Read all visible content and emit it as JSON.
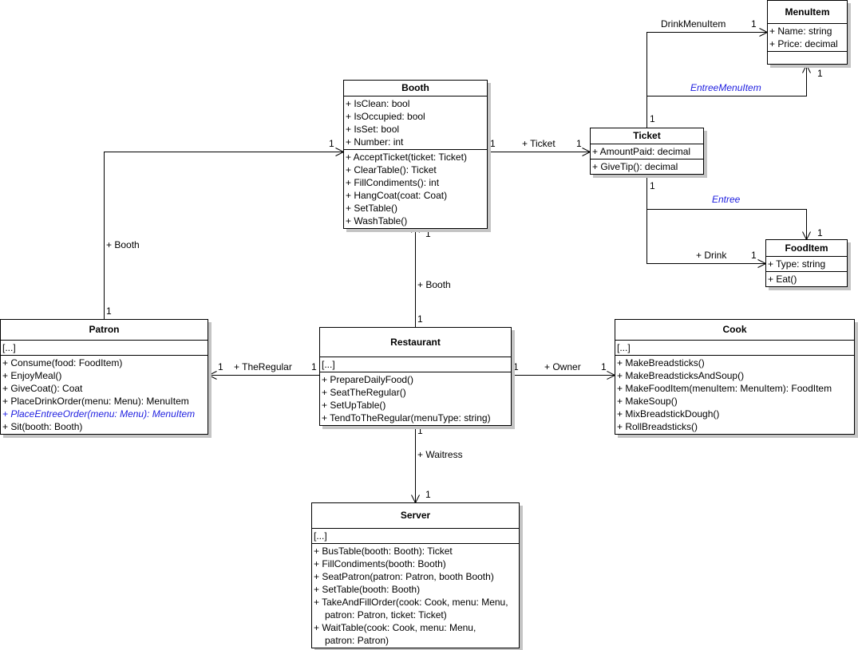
{
  "colors": {
    "abstract": "#2020e0",
    "line": "#000000",
    "shadow": "#c4c4c4"
  },
  "classes": {
    "booth": {
      "name": "Booth",
      "attributes": [
        "+ IsClean: bool",
        "+ IsOccupied: bool",
        "+ IsSet: bool",
        "+ Number: int"
      ],
      "operations": [
        "+ AcceptTicket(ticket: Ticket)",
        "+ ClearTable(): Ticket",
        "+ FillCondiments(): int",
        "+ HangCoat(coat: Coat)",
        "+ SetTable()",
        "+ WashTable()"
      ]
    },
    "ticket": {
      "name": "Ticket",
      "attributes": [
        "+ AmountPaid: decimal"
      ],
      "operations": [
        "+ GiveTip(): decimal"
      ]
    },
    "menuitem": {
      "name": "MenuItem",
      "attributes": [
        "+ Name: string",
        "+ Price: decimal"
      ],
      "operations": []
    },
    "fooditem": {
      "name": "FoodItem",
      "attributes": [
        "+ Type: string"
      ],
      "operations": [
        "+ Eat()"
      ]
    },
    "patron": {
      "name": "Patron",
      "attributes": [
        "[...]"
      ],
      "operations": [
        "+ Consume(food: FoodItem)",
        "+ EnjoyMeal()",
        "+ GiveCoat(): Coat",
        "+ PlaceDrinkOrder(menu: Menu): MenuItem",
        "+ PlaceEntreeOrder(menu: Menu): MenuItem",
        "+ Sit(booth: Booth)"
      ],
      "abstract_operation": "+ PlaceEntreeOrder(menu: Menu): MenuItem"
    },
    "restaurant": {
      "name": "Restaurant",
      "attributes": [
        "[...]"
      ],
      "operations": [
        "+ PrepareDailyFood()",
        "+ SeatTheRegular()",
        "+ SetUpTable()",
        "+ TendToTheRegular(menuType: string)"
      ]
    },
    "cook": {
      "name": "Cook",
      "attributes": [
        "[...]"
      ],
      "operations": [
        "+ MakeBreadsticks()",
        "+ MakeBreadsticksAndSoup()",
        "+ MakeFoodItem(menuItem: MenuItem): FoodItem",
        "+ MakeSoup()",
        "+ MixBreadstickDough()",
        "+ RollBreadsticks()"
      ]
    },
    "server": {
      "name": "Server",
      "attributes": [
        "[...]"
      ],
      "operations": [
        "+ BusTable(booth: Booth): Ticket",
        "+ FillCondiments(booth: Booth)",
        "+ SeatPatron(patron: Patron, booth Booth)",
        "+ SetTable(booth: Booth)",
        "+ TakeAndFillOrder(cook: Cook, menu: Menu,",
        "patron: Patron, ticket: Ticket)",
        "+ WaitTable(cook: Cook, menu: Menu,",
        "patron: Patron)"
      ]
    }
  },
  "associations": {
    "booth_ticket": {
      "role": "+ Ticket",
      "src_mult": "1",
      "dst_mult": "1"
    },
    "ticket_drink_menu": {
      "role": "DrinkMenuItem",
      "src_mult": "1",
      "dst_mult": "1"
    },
    "ticket_entree_menu": {
      "role": "EntreeMenuItem",
      "dst_mult": "1",
      "abstract": true
    },
    "ticket_entree_food": {
      "role": "Entree",
      "src_mult": "1",
      "dst_mult": "1",
      "abstract": true
    },
    "ticket_drink_food": {
      "role": "+ Drink",
      "dst_mult": "1"
    },
    "patron_booth": {
      "role": "+ Booth",
      "src_mult": "1",
      "dst_mult": "1"
    },
    "restaurant_booth": {
      "role": "+ Booth",
      "src_mult": "1",
      "dst_mult": "1"
    },
    "restaurant_patron": {
      "role": "+ TheRegular",
      "src_mult": "1",
      "dst_mult": "1"
    },
    "restaurant_cook": {
      "role": "+ Owner",
      "src_mult": "1",
      "dst_mult": "1"
    },
    "restaurant_server": {
      "role": "+ Waitress",
      "src_mult": "1",
      "dst_mult": "1"
    }
  }
}
